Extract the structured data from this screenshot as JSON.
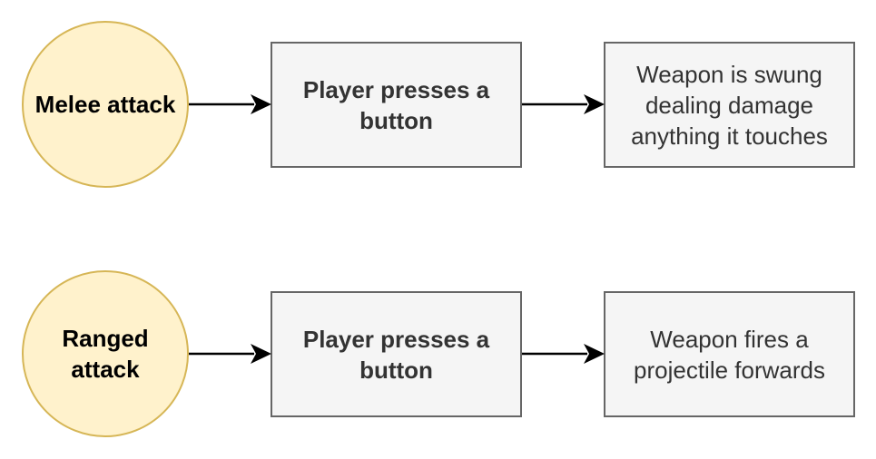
{
  "rows": [
    {
      "start": "Melee attack",
      "step": "Player presses a button",
      "result": "Weapon is swung dealing damage anything it touches"
    },
    {
      "start": "Ranged attack",
      "step": "Player presses a button",
      "result": "Weapon fires a projectile forwards"
    }
  ],
  "colors": {
    "circle_fill": "#fff2cc",
    "circle_stroke": "#d6b656",
    "box_fill": "#f5f5f5",
    "box_stroke": "#666666",
    "arrow": "#000000"
  }
}
